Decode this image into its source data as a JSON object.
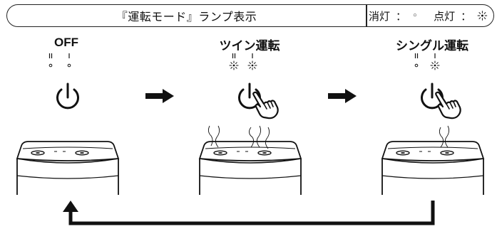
{
  "header": {
    "title": "『運転モード』ランプ表示",
    "legend_off_label": "消灯",
    "legend_on_label": "点灯",
    "legend_sep": "：",
    "legend_off_symbol": "◦"
  },
  "modes": [
    {
      "title": "OFF",
      "lamps": [
        "off",
        "off"
      ],
      "pressed": false,
      "steam": "none"
    },
    {
      "title": "ツイン運転",
      "lamps": [
        "on",
        "on"
      ],
      "pressed": true,
      "steam": "twin"
    },
    {
      "title": "シングル運転",
      "lamps": [
        "off",
        "on"
      ],
      "pressed": true,
      "steam": "single"
    }
  ],
  "icons": {
    "power": "power-icon",
    "hand": "pointing-hand-icon",
    "arrow": "right-arrow-icon",
    "return": "return-arrow-icon",
    "lamp_off": "lamp-off-icon",
    "lamp_on": "lamp-on-icon"
  },
  "colors": {
    "stroke": "#111111",
    "background": "#ffffff"
  }
}
